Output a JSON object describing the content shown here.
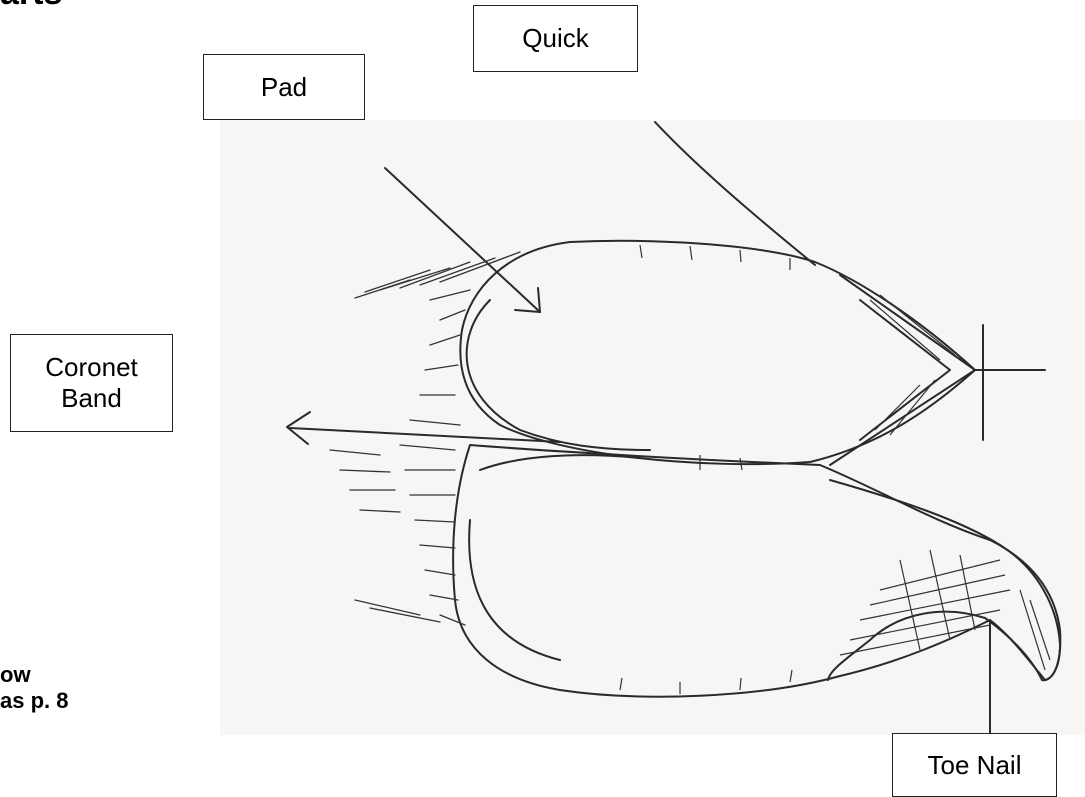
{
  "heading": {
    "text": "arts"
  },
  "labels": {
    "quick": "Quick",
    "pad": "Pad",
    "coronet_band_line1": "Coronet",
    "coronet_band_line2": "Band",
    "toe_nail": "Toe Nail"
  },
  "caption": {
    "line1": "ow",
    "line2": "as p. 8"
  }
}
